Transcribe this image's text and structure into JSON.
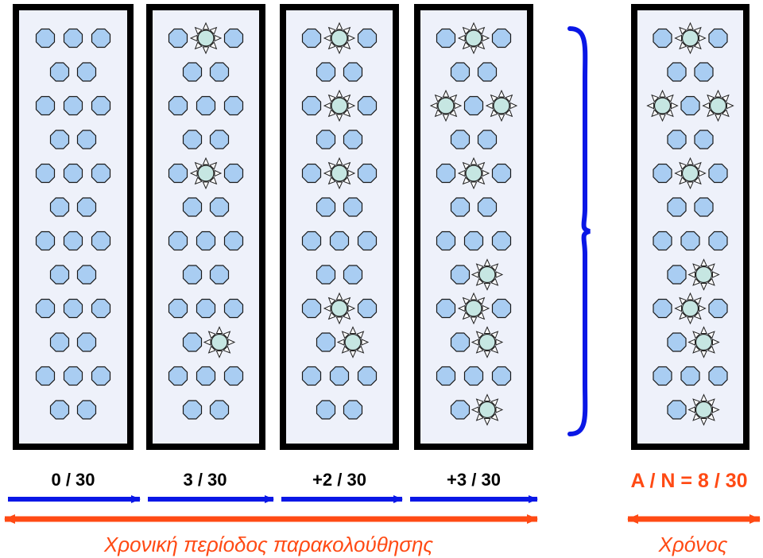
{
  "colors": {
    "cell": "#a9cdf2",
    "cell_stroke": "#1a1a1a",
    "case_cell": "#c6e6e2",
    "blue_arrow": "#0a17e6",
    "orange": "#ff4a14",
    "panel_bg": "#eef1fa",
    "panel_border": "#000000"
  },
  "icons": {
    "healthy": "octagon-cell-icon",
    "case": "sun-star-case-icon"
  },
  "panels": [
    {
      "label": "0 / 30",
      "cases": []
    },
    {
      "label": "3 / 30",
      "cases": [
        1,
        11,
        24
      ]
    },
    {
      "label": "+2 / 30",
      "cases": [
        1,
        6,
        11,
        21,
        24
      ]
    },
    {
      "label": "+3 / 30",
      "cases": [
        1,
        5,
        7,
        11,
        19,
        21,
        24,
        29
      ]
    }
  ],
  "result_panel": {
    "label": "A / N = 8 / 30",
    "cases": [
      1,
      5,
      7,
      11,
      19,
      21,
      24,
      29
    ]
  },
  "captions": {
    "follow_up": "Χρονική περίοδος παρακολούθησης",
    "time": "Χρόνος"
  }
}
